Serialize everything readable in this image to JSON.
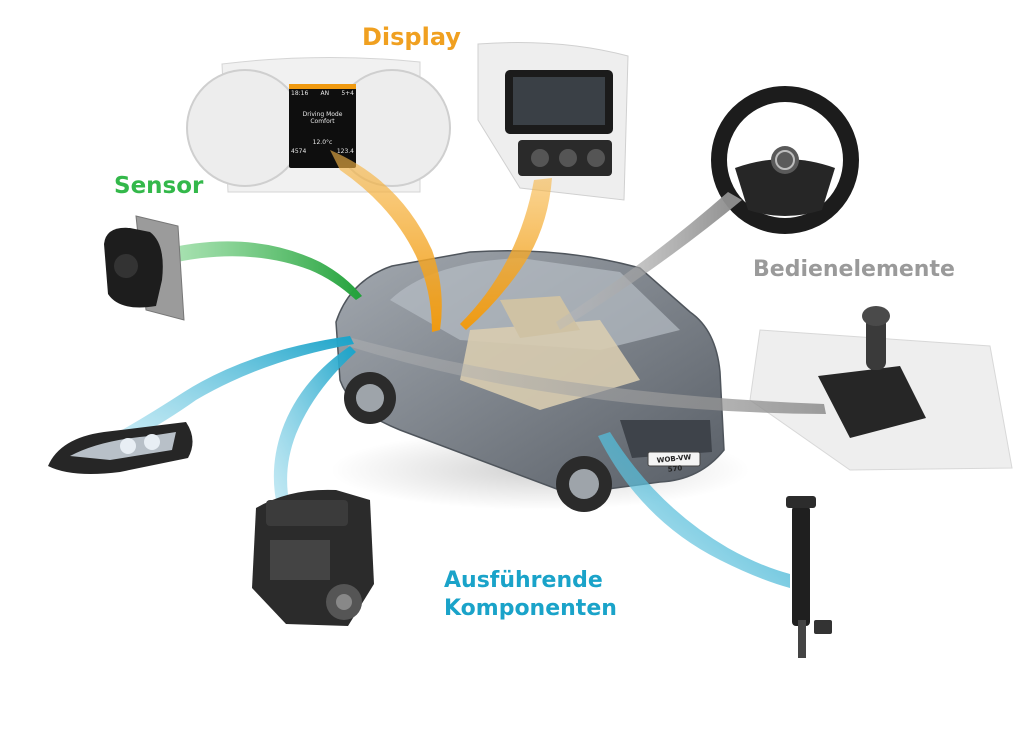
{
  "labels": {
    "display": "Display",
    "sensor": "Sensor",
    "bedienelemente": "Bedienelemente",
    "ausfuehrende_line1": "Ausführende",
    "ausfuehrende_line2": "Komponenten"
  },
  "cluster": {
    "time": "18:16",
    "gear": "AN",
    "temp_top": "5+4",
    "mode_line1": "Driving Mode",
    "mode_line2": "Comfort",
    "outside_temp": "12.0°c",
    "odo_left": "4574",
    "odo_right": "123.4"
  },
  "plate": "WOB-VW 570",
  "colors": {
    "display": "#f0a020",
    "sensor": "#33b84a",
    "bedienelemente": "#9a9a9a",
    "ausfuehrende": "#1aa3c9"
  }
}
